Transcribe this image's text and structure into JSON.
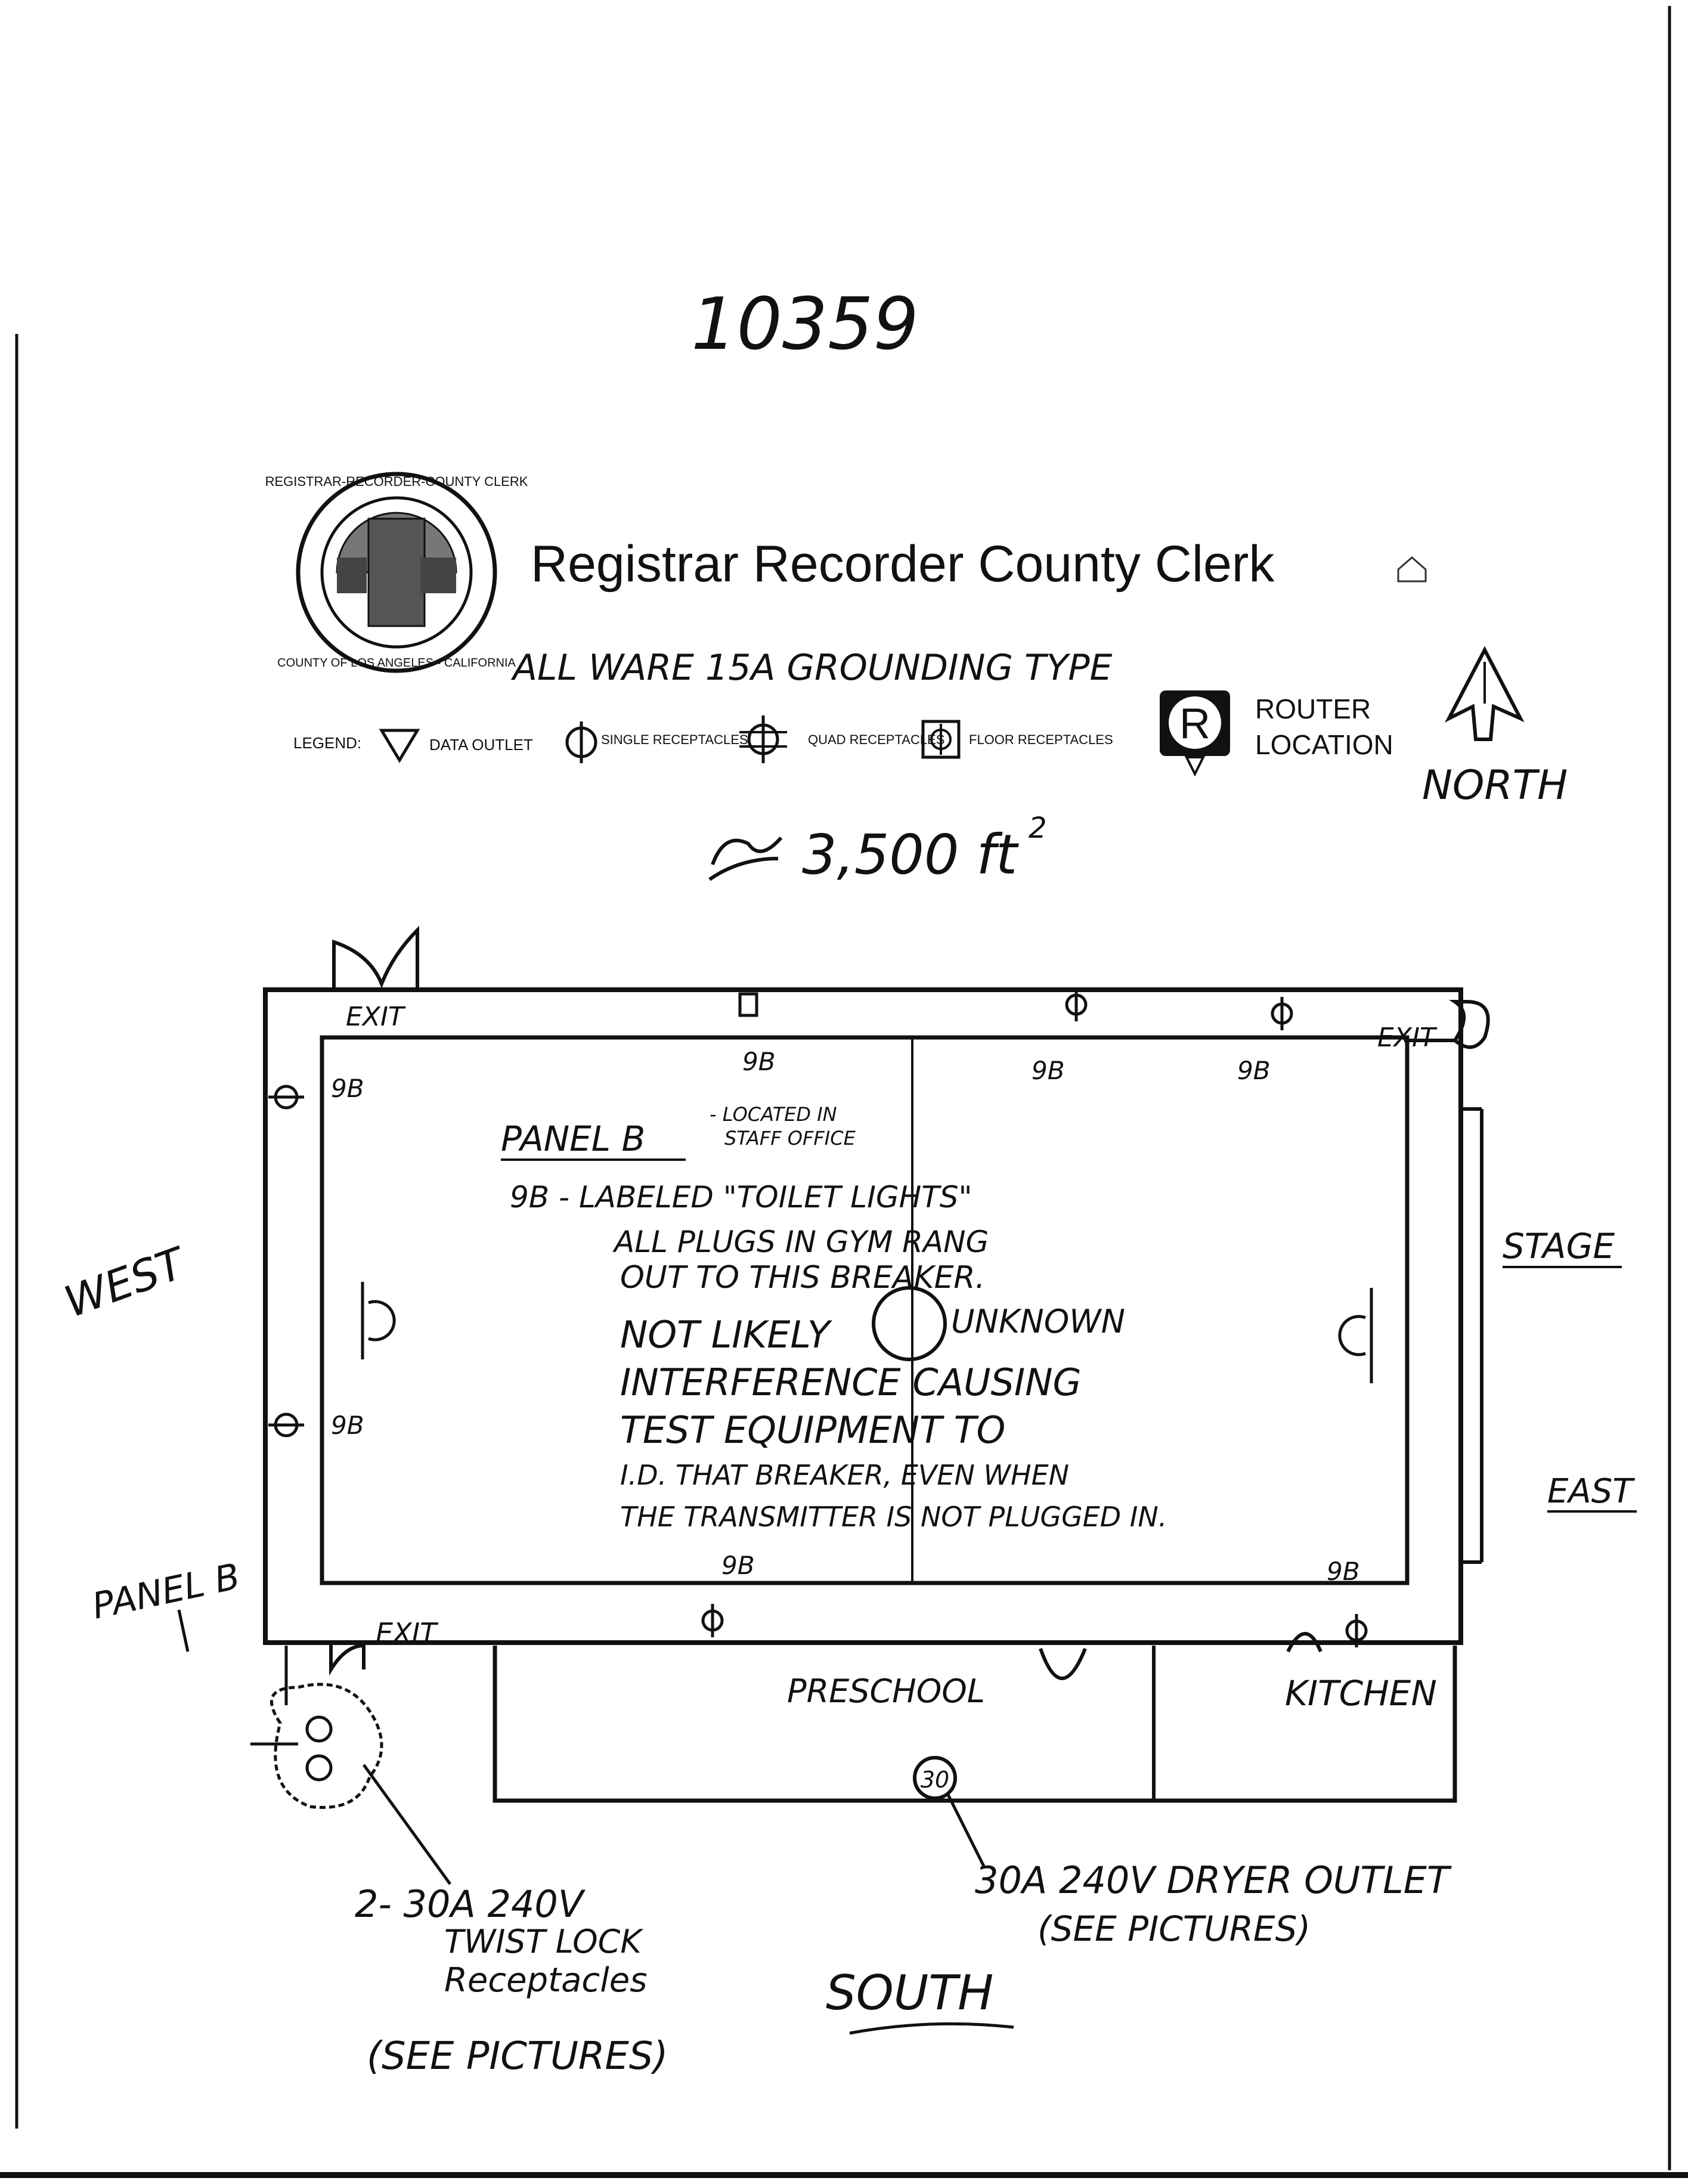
{
  "doc_number": "10359",
  "header": {
    "org_title": "Registrar Recorder County Clerk",
    "seal_lettering": [
      "REGISTRAR-RECORDER-COUNTY CLERK",
      "COUNTY OF LOS ANGELES - CALIFORNIA"
    ],
    "note": "ALL WARE 15A GROUNDING TYPE"
  },
  "legend": {
    "label": "LEGEND:",
    "items": [
      {
        "icon": "triangle-down-icon",
        "label": "DATA OUTLET"
      },
      {
        "icon": "single-receptacle-icon",
        "label": "SINGLE RECEPTACLES"
      },
      {
        "icon": "quad-receptacle-icon",
        "label": "QUAD RECEPTACLES"
      },
      {
        "icon": "floor-receptacle-icon",
        "label": "FLOOR RECEPTACLES"
      }
    ],
    "router_symbol": "R",
    "router_label_1": "ROUTER",
    "router_label_2": "LOCATION"
  },
  "compass": {
    "north": "NORTH",
    "south": "SOUTH",
    "east": "EAST",
    "west": "WEST"
  },
  "area": "3,500 ft",
  "area_exp": "2",
  "plan": {
    "exits": [
      "EXIT",
      "EXIT",
      "EXIT"
    ],
    "circuit": "9B",
    "panel_b": "PANEL B",
    "panel_b_location": [
      "- LOCATED IN",
      "STAFF OFFICE"
    ],
    "notes": [
      "9B - LABELED \"TOILET LIGHTS\"",
      "ALL PLUGS IN GYM RANG",
      "OUT TO THIS BREAKER.",
      "NOT LIKELY",
      "UNKNOWN",
      "INTERFERENCE CAUSING",
      "TEST EQUIPMENT TO",
      "I.D. THAT BREAKER, EVEN WHEN",
      "THE TRANSMITTER IS NOT PLUGGED IN."
    ],
    "stage": "STAGE",
    "preschool": "PRESCHOOL",
    "kitchen": "KITCHEN",
    "panel_b_outside": "PANEL B",
    "dryer_badge": "30"
  },
  "callouts": {
    "twist_lock": [
      "2- 30A 240V",
      "TWIST LOCK",
      "Receptacles",
      "(SEE PICTURES)"
    ],
    "dryer": [
      "30A 240V DRYER OUTLET",
      "(SEE PICTURES)"
    ]
  }
}
